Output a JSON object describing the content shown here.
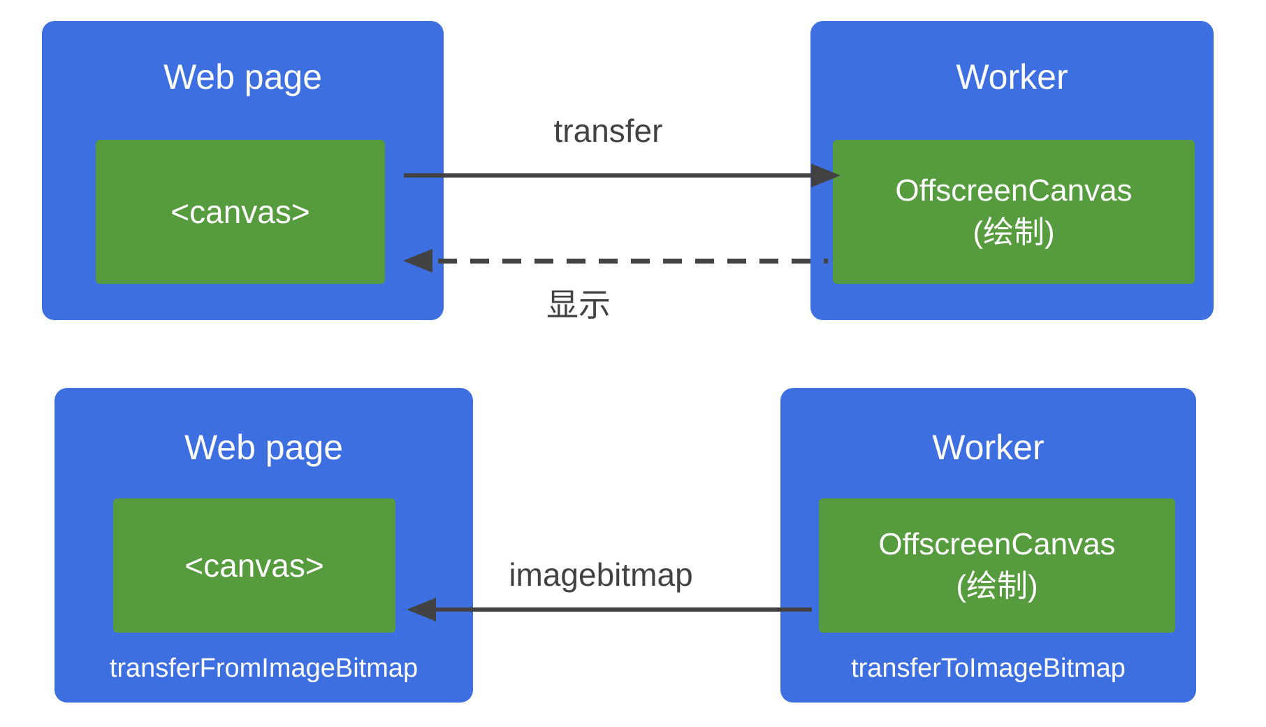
{
  "colors": {
    "box_blue": "#3e6fe1",
    "box_green": "#569c3e",
    "arrow_gray": "#424242",
    "text_white": "#ffffff",
    "background": "#ffffff"
  },
  "top_diagram": {
    "webpage": {
      "title": "Web page",
      "canvas_label": "<canvas>"
    },
    "worker": {
      "title": "Worker",
      "offscreen_line1": "OffscreenCanvas",
      "offscreen_line2": "(绘制)"
    },
    "arrows": {
      "transfer_label": "transfer",
      "display_label": "显示"
    }
  },
  "bottom_diagram": {
    "webpage": {
      "title": "Web page",
      "canvas_label": "<canvas>",
      "method_label": "transferFromImageBitmap"
    },
    "worker": {
      "title": "Worker",
      "offscreen_line1": "OffscreenCanvas",
      "offscreen_line2": "(绘制)",
      "method_label": "transferToImageBitmap"
    },
    "arrows": {
      "imagebitmap_label": "imagebitmap"
    }
  }
}
